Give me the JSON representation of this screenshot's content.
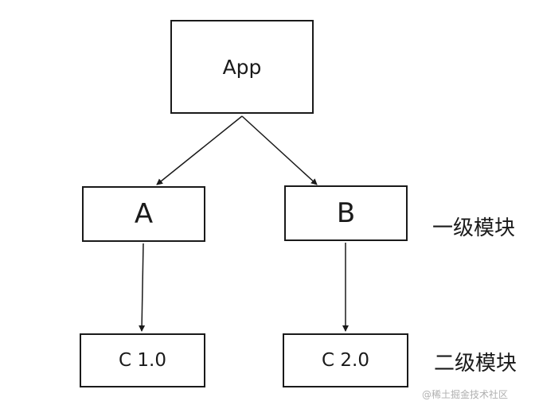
{
  "nodes": {
    "app": "App",
    "a": "A",
    "b": "B",
    "c1": "C 1.0",
    "c2": "C 2.0"
  },
  "levels": {
    "level1": "一级模块",
    "level2": "二级模块"
  },
  "watermark": "@稀土掘金技术社区"
}
